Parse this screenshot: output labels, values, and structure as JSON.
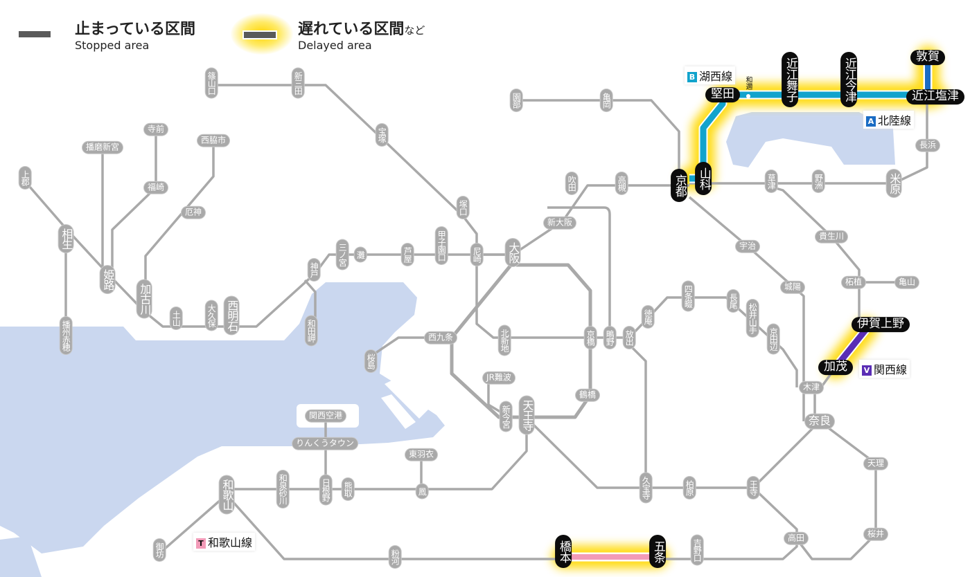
{
  "legend": {
    "stopped_jp": "止まっている区間",
    "stopped_en": "Stopped area",
    "delayed_jp": "遅れている区間",
    "delayed_suffix": "など",
    "delayed_en": "Delayed area"
  },
  "colors": {
    "line_gray": "#a9a9a9",
    "water": "#cad7ef",
    "glow": "#ffd800",
    "kosei": "#11a3cc",
    "hokuriku": "#1a6cc4",
    "kansai": "#5a2db5",
    "wakayama": "#f29bb8"
  },
  "line_labels": [
    {
      "code": "B",
      "name": "湖西線"
    },
    {
      "code": "A",
      "name": "北陸線"
    },
    {
      "code": "V",
      "name": "関西線"
    },
    {
      "code": "T",
      "name": "和歌山線"
    }
  ],
  "minor_station": "和邇",
  "stations": [
    "篠山口",
    "新三田",
    "宝塚",
    "園部",
    "亀岡",
    "寺前",
    "播磨新宮",
    "西脇市",
    "上郡",
    "福崎",
    "厄神",
    "相生",
    "姫路",
    "加古川",
    "土山",
    "大久保",
    "西明石",
    "神戸",
    "和田岬",
    "播州赤穂",
    "三ノ宮",
    "灘",
    "芦屋",
    "甲子園口",
    "尼崎",
    "大阪",
    "塚口",
    "新大阪",
    "吹田",
    "高槻",
    "西九条",
    "桜島",
    "北新地",
    "京橋",
    "鴫野",
    "放出",
    "徳庵",
    "四条畷",
    "長尾",
    "松井山手",
    "京田辺",
    "JR難波",
    "鶴橋",
    "新今宮",
    "天王寺",
    "関西空港",
    "りんくうタウン",
    "東羽衣",
    "鳳",
    "日根野",
    "熊取",
    "和泉砂川",
    "和歌山",
    "御坊",
    "粉河",
    "久宝寺",
    "柏原",
    "王寺",
    "高田",
    "吉野口",
    "桜井",
    "天理",
    "奈良",
    "木津",
    "城陽",
    "宇治",
    "貴生川",
    "柘植",
    "亀山",
    "草津",
    "野洲",
    "米原",
    "長浜"
  ],
  "affected_stations": [
    "京都",
    "山科",
    "堅田",
    "近江舞子",
    "近江今津",
    "近江塩津",
    "敦賀",
    "伊賀上野",
    "加茂",
    "橋本",
    "五条"
  ]
}
